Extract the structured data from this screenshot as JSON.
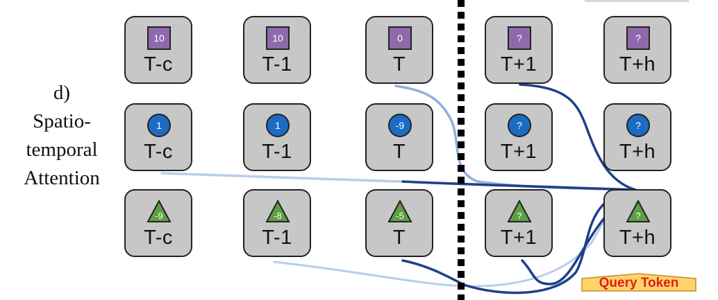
{
  "panel_label": "d)",
  "panel_title_lines": [
    "Spatio-",
    "temporal",
    "Attention"
  ],
  "rows": [
    {
      "shape": "square",
      "color": "#8e6aac",
      "tokens": [
        {
          "time": "T-c",
          "value": "10"
        },
        {
          "time": "T-1",
          "value": "10"
        },
        {
          "time": "T",
          "value": "0"
        },
        {
          "time": "T+1",
          "value": "?"
        },
        {
          "time": "T+h",
          "value": "?"
        }
      ]
    },
    {
      "shape": "circle",
      "color": "#1c6cc3",
      "tokens": [
        {
          "time": "T-c",
          "value": "1"
        },
        {
          "time": "T-1",
          "value": "1"
        },
        {
          "time": "T",
          "value": "-9"
        },
        {
          "time": "T+1",
          "value": "?"
        },
        {
          "time": "T+h",
          "value": "?"
        }
      ]
    },
    {
      "shape": "triangle",
      "color": "#5e9e44",
      "tokens": [
        {
          "time": "T-c",
          "value": "-9"
        },
        {
          "time": "T-1",
          "value": "-8"
        },
        {
          "time": "T",
          "value": "-5"
        },
        {
          "time": "T+1",
          "value": "?"
        },
        {
          "time": "T+h",
          "value": "?"
        }
      ]
    }
  ],
  "query_token_label": "Query Token",
  "link_colors": {
    "strong": "#1f3f88",
    "weak": "#b9cde8",
    "medium": "#8fb0dd"
  },
  "badge_colors": {
    "fill": "#fed46a",
    "text": "#e21a1a"
  }
}
